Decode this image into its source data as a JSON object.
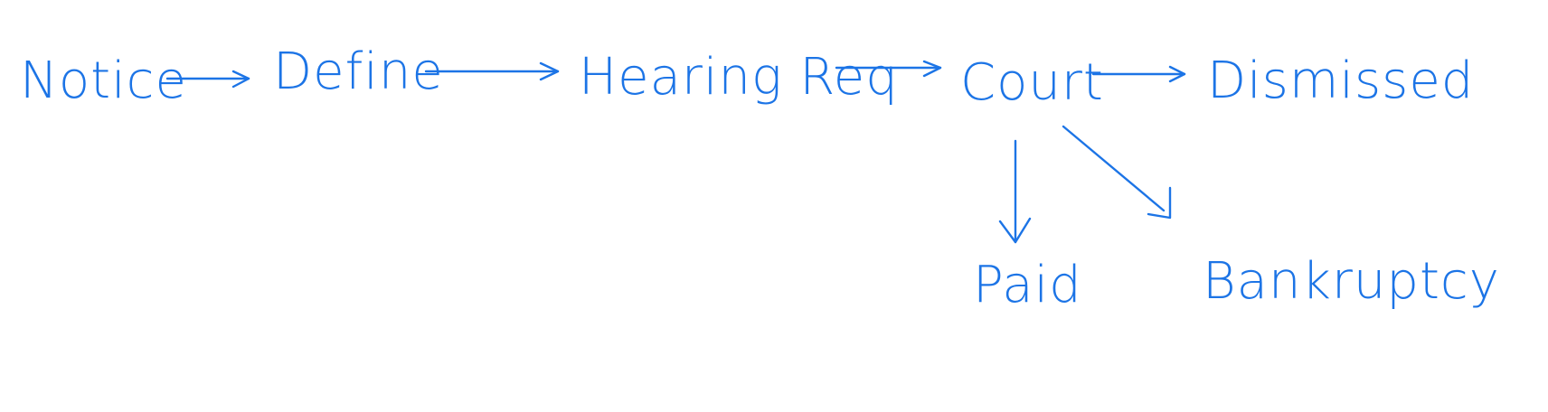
{
  "diagram": {
    "stroke_color": "#1c74e6",
    "nodes": [
      {
        "id": "notice",
        "label": "Notice"
      },
      {
        "id": "define",
        "label": "Define"
      },
      {
        "id": "hearing",
        "label": "Hearing Req"
      },
      {
        "id": "court",
        "label": "Court"
      },
      {
        "id": "dismissed",
        "label": "Dismissed"
      },
      {
        "id": "paid",
        "label": "Paid"
      },
      {
        "id": "bankruptcy",
        "label": "Bankruptcy"
      }
    ],
    "edges": [
      {
        "from": "notice",
        "to": "define"
      },
      {
        "from": "define",
        "to": "hearing"
      },
      {
        "from": "hearing",
        "to": "court"
      },
      {
        "from": "court",
        "to": "dismissed"
      },
      {
        "from": "court",
        "to": "paid"
      },
      {
        "from": "court",
        "to": "bankruptcy"
      }
    ]
  }
}
